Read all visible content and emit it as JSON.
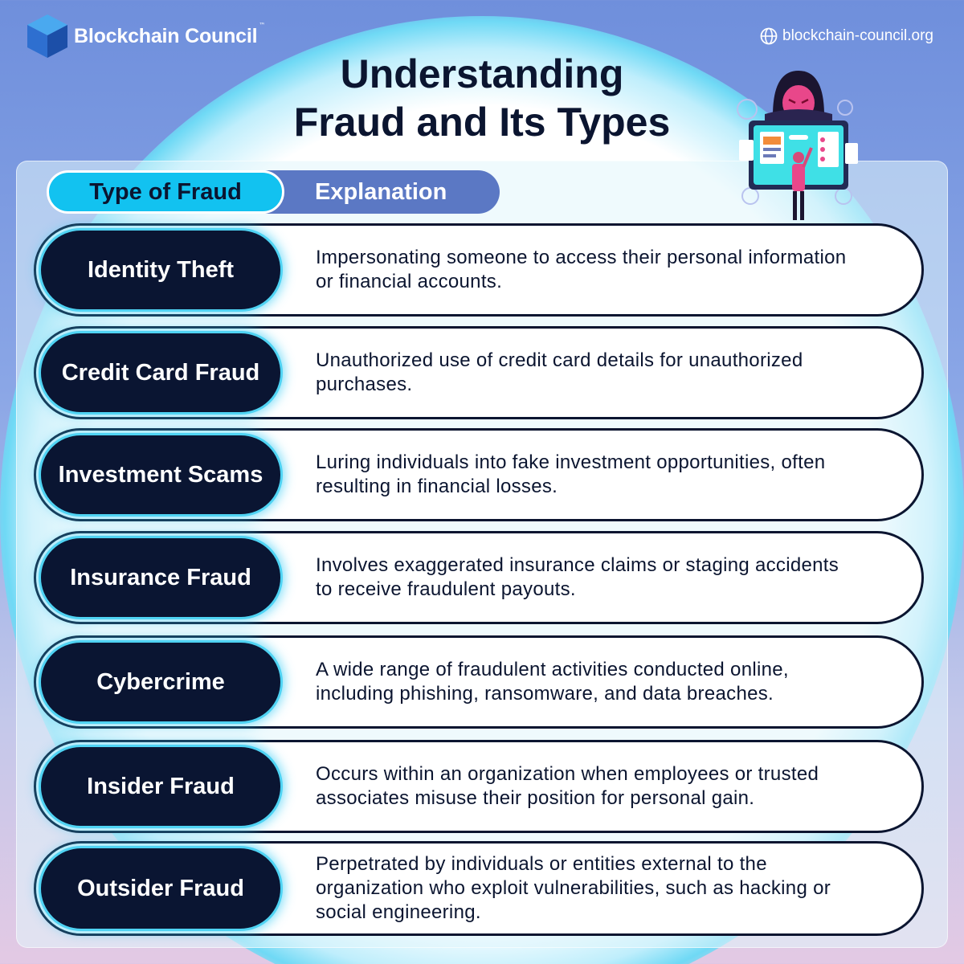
{
  "brand": {
    "name": "Blockchain Council",
    "trademark": "™",
    "logo_icon": "cube-logo-icon"
  },
  "site": {
    "url": "blockchain-council.org",
    "icon": "globe-icon"
  },
  "title": {
    "line1": "Understanding",
    "line2": "Fraud and Its Types"
  },
  "illustration": "hacker-illustration",
  "tabs": {
    "type_label": "Type of Fraud",
    "explanation_label": "Explanation"
  },
  "colors": {
    "dark_navy": "#0a1532",
    "cyan": "#12c2f0",
    "tab_blue": "#5b78c4"
  },
  "rows": [
    {
      "type": "Identity Theft",
      "line1": "Impersonating someone to access their personal information",
      "line2": "or financial accounts.",
      "line3": ""
    },
    {
      "type": "Credit Card Fraud",
      "line1": "Unauthorized use of credit card details for unauthorized",
      "line2": "purchases.",
      "line3": ""
    },
    {
      "type": "Investment Scams",
      "line1": "Luring individuals into fake investment opportunities, often",
      "line2": "resulting in financial losses.",
      "line3": ""
    },
    {
      "type": "Insurance Fraud",
      "line1": "Involves exaggerated insurance claims or staging accidents",
      "line2": "to receive fraudulent payouts.",
      "line3": ""
    },
    {
      "type": "Cybercrime",
      "line1": "A wide range of fraudulent activities conducted online,",
      "line2": "including phishing, ransomware, and data breaches.",
      "line3": ""
    },
    {
      "type": "Insider Fraud",
      "line1": "Occurs within an organization when employees or trusted",
      "line2": "associates misuse their position for personal gain.",
      "line3": ""
    },
    {
      "type": "Outsider Fraud",
      "line1": "Perpetrated by individuals or entities external to the",
      "line2": "organization who exploit vulnerabilities, such as hacking or",
      "line3": "social engineering."
    }
  ]
}
